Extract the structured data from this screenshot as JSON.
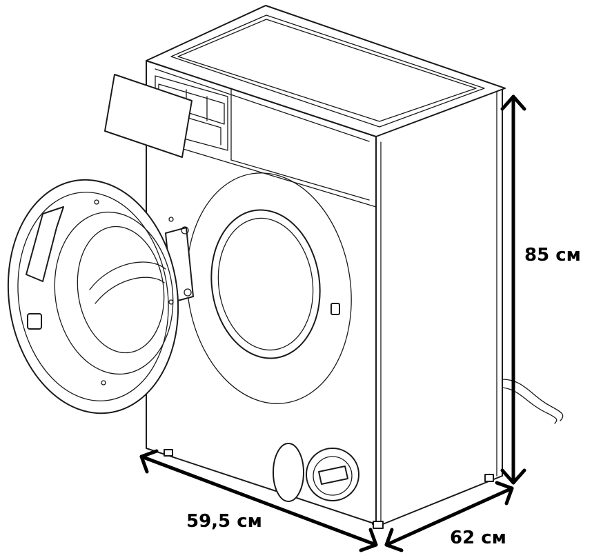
{
  "dimensions": {
    "height_label": "85 см",
    "width_label": "59,5 см",
    "depth_label": "62 см"
  },
  "icons": {
    "appliance": "washing-machine-icon"
  },
  "colors": {
    "line": "#1a1a1a",
    "dimension_arrows": "#000000",
    "background": "#ffffff"
  }
}
